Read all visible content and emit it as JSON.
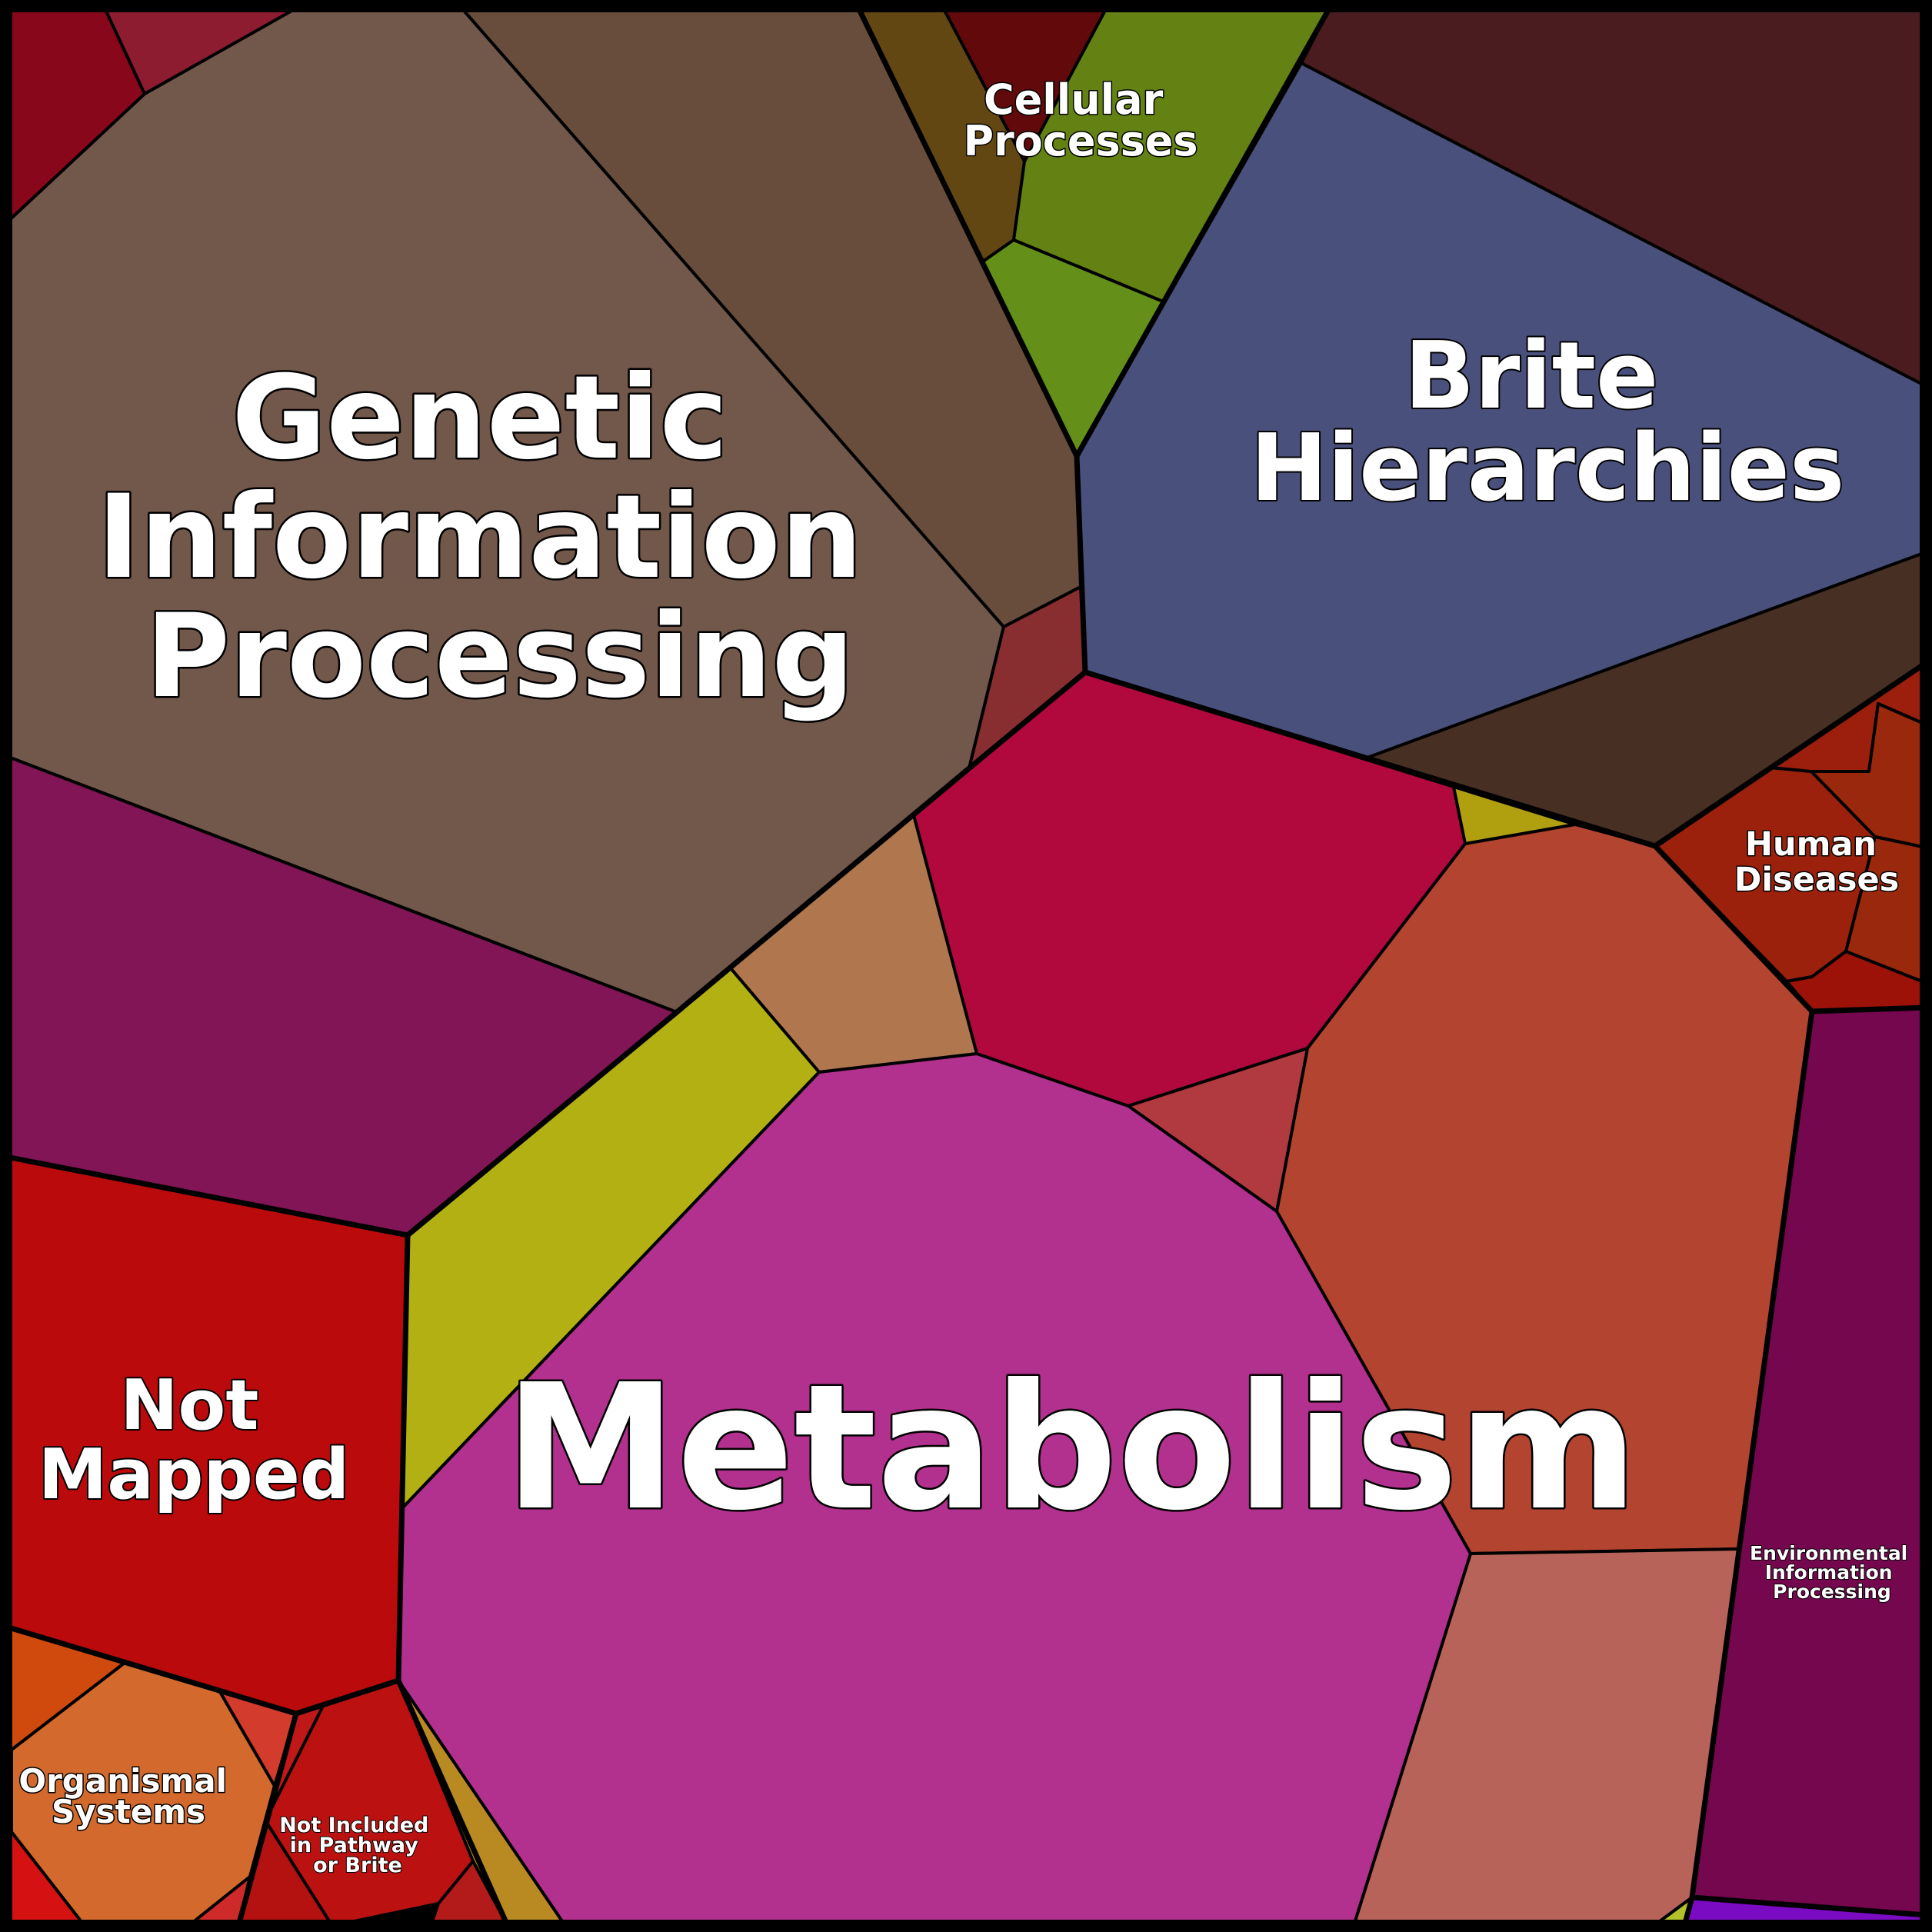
{
  "title": "KEGG functional category Voronoi treemap",
  "categories": [
    {
      "id": "metabolism",
      "label_lines": [
        "Metabolism"
      ],
      "colors": [
        "#b2308e",
        "#b34430",
        "#b8635a",
        "#b0774f",
        "#b2b013",
        "#b13a40",
        "#b1083d",
        "#b09f0f",
        "#b4521a",
        "#b88a21"
      ]
    },
    {
      "id": "genetic",
      "label_lines": [
        "Genetic",
        "Information",
        "Processing"
      ],
      "colors": [
        "#72574b",
        "#684d3d",
        "#811555",
        "#882e31",
        "#89071b",
        "#8d1c31"
      ]
    },
    {
      "id": "brite",
      "label_lines": [
        "Brite",
        "Hierarchies"
      ],
      "colors": [
        "#4a507c",
        "#4a1c1f",
        "#482f23"
      ]
    },
    {
      "id": "cellular",
      "label_lines": [
        "Cellular",
        "Processes"
      ],
      "colors": [
        "#638213",
        "#649019",
        "#634712",
        "#62090c"
      ]
    },
    {
      "id": "human",
      "label_lines": [
        "Human",
        "Diseases"
      ],
      "colors": [
        "#9b210d",
        "#9c1e0c",
        "#9a280d",
        "#9d1208"
      ]
    },
    {
      "id": "environmental",
      "label_lines": [
        "Environmental",
        "Information",
        "Processing"
      ],
      "colors": [
        "#74074d",
        "#7b0bc2",
        "#b2c02a"
      ]
    },
    {
      "id": "not_mapped",
      "label_lines": [
        "Not",
        "Mapped"
      ],
      "colors": [
        "#bb0a0c"
      ]
    },
    {
      "id": "organismal",
      "label_lines": [
        "Organismal",
        "Systems"
      ],
      "colors": [
        "#d3692d",
        "#d04a0d",
        "#d33b2d",
        "#cf2a2a",
        "#d51111",
        "#8c8c8c"
      ]
    },
    {
      "id": "not_included",
      "label_lines": [
        "Not Included",
        "in Pathway",
        "or Brite"
      ],
      "colors": [
        "#bb1111",
        "#c01818",
        "#b41111",
        "#b31a1a",
        "#b6141a"
      ]
    }
  ]
}
